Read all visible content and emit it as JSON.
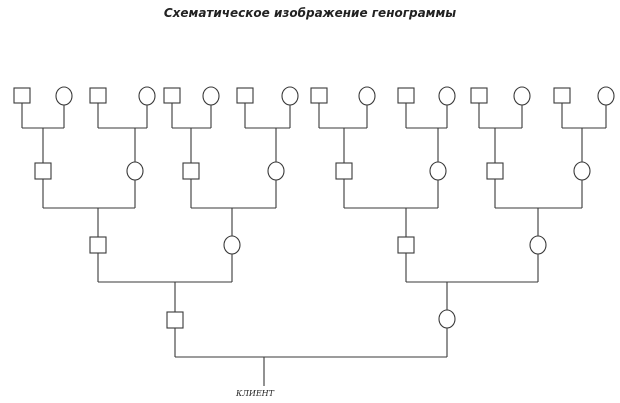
{
  "title": "Схематическое изображение генограммы",
  "client_label": "КЛИЕНТ",
  "symbols": {
    "male": "square",
    "female": "circle"
  }
}
